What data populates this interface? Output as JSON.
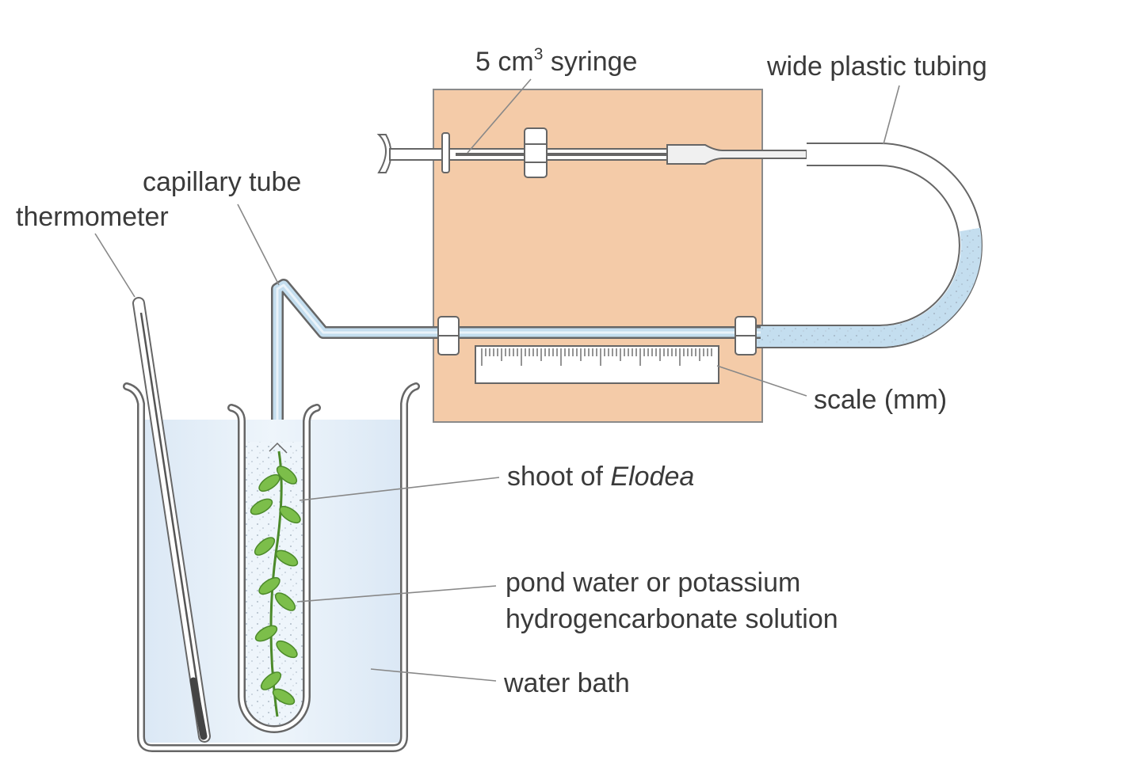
{
  "labels": {
    "syringe_prefix": "5 cm",
    "syringe_sup": "3",
    "syringe_suffix": " syringe",
    "tubing": "wide plastic tubing",
    "capillary": "capillary tube",
    "thermometer": "thermometer",
    "scale": "scale (mm)",
    "shoot_prefix": "shoot of ",
    "shoot_italic": "Elodea",
    "solution_line1": "pond water or potassium",
    "solution_line2": "hydrogencarbonate solution",
    "water_bath": "water bath"
  },
  "colors": {
    "board": "#f4cba8",
    "water": "#e3eef8",
    "tube_fill": "#c4deef",
    "leaf": "#7cbe4a",
    "stem": "#4c8a2a",
    "outline": "#555555"
  }
}
